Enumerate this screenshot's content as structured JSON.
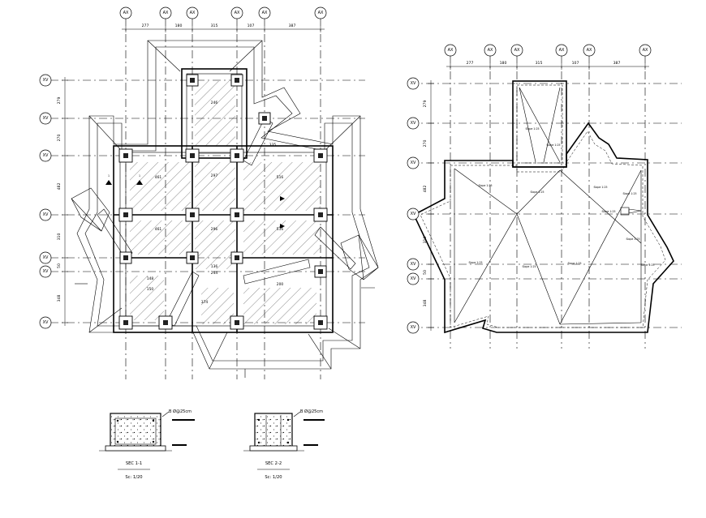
{
  "left_plan": {
    "grid_top_labels": [
      "AX",
      "AX",
      "AX",
      "AX",
      "AX",
      "AX"
    ],
    "grid_left_labels": [
      "XV",
      "XV",
      "XV",
      "XV",
      "XV",
      "XV",
      "XV"
    ],
    "top_dims": [
      "277",
      "180",
      "315",
      "107",
      "387"
    ],
    "left_dims": [
      "279",
      "270",
      "482",
      "310",
      "50",
      "348"
    ],
    "room_labels": [
      "246",
      "461",
      "297",
      "516",
      "461",
      "296",
      "516",
      "244",
      "374",
      "136",
      "335",
      "148",
      "200",
      "150"
    ],
    "column_tags": [
      "1",
      "1"
    ]
  },
  "right_plan": {
    "grid_top_labels": [
      "AX",
      "AX",
      "AX",
      "AX",
      "AX",
      "AX"
    ],
    "grid_left_labels": [
      "XV",
      "XV",
      "XV",
      "XV",
      "XV",
      "XV",
      "XV"
    ],
    "top_dims": [
      "277",
      "180",
      "315",
      "107",
      "387"
    ],
    "left_dims": [
      "279",
      "270",
      "482",
      "310",
      "50",
      "348"
    ],
    "slope_labels": [
      "Slope 1:25",
      "Slope 1:25",
      "Slope 1:25",
      "Slope 1:25",
      "Slope 1:25",
      "Slope 1:25",
      "Slope 1:25",
      "Slope 1:25",
      "Slope 1:25",
      "Slope 1:25",
      "Slope 1:25",
      "Slope 1:25"
    ]
  },
  "details": [
    {
      "title": "SEC 1-1",
      "scale": "Sc: 1/20",
      "rebar": "B Ø@25cm"
    },
    {
      "title": "SEC 2-2",
      "scale": "Sc: 1/20",
      "rebar": "B Ø@25cm"
    }
  ]
}
